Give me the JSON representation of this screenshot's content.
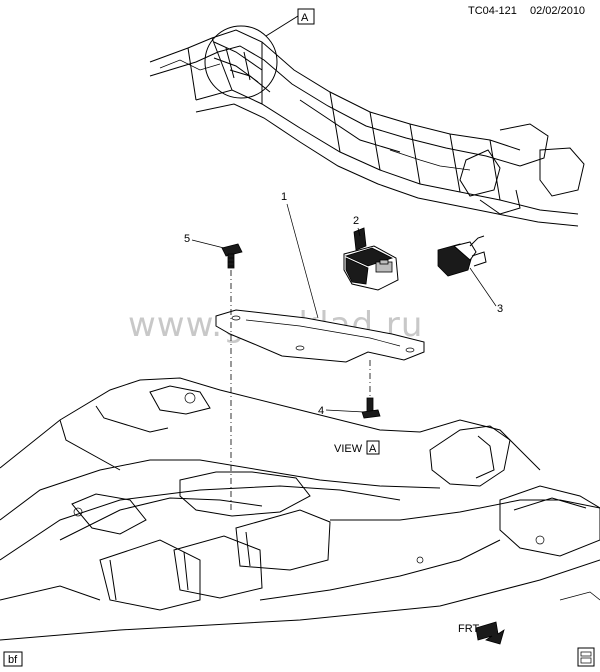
{
  "header": {
    "code": "TC04-121",
    "date": "02/02/2010"
  },
  "detail_box_letter": "A",
  "view": {
    "word": "VIEW",
    "letter": "A"
  },
  "callouts": [
    {
      "number": "1"
    },
    {
      "number": "2"
    },
    {
      "number": "3"
    },
    {
      "number": "4"
    },
    {
      "number": "5"
    }
  ],
  "watermark": "www.gmsklad.ru",
  "front_arrow_label": "FRT",
  "corner_tag": "bf"
}
